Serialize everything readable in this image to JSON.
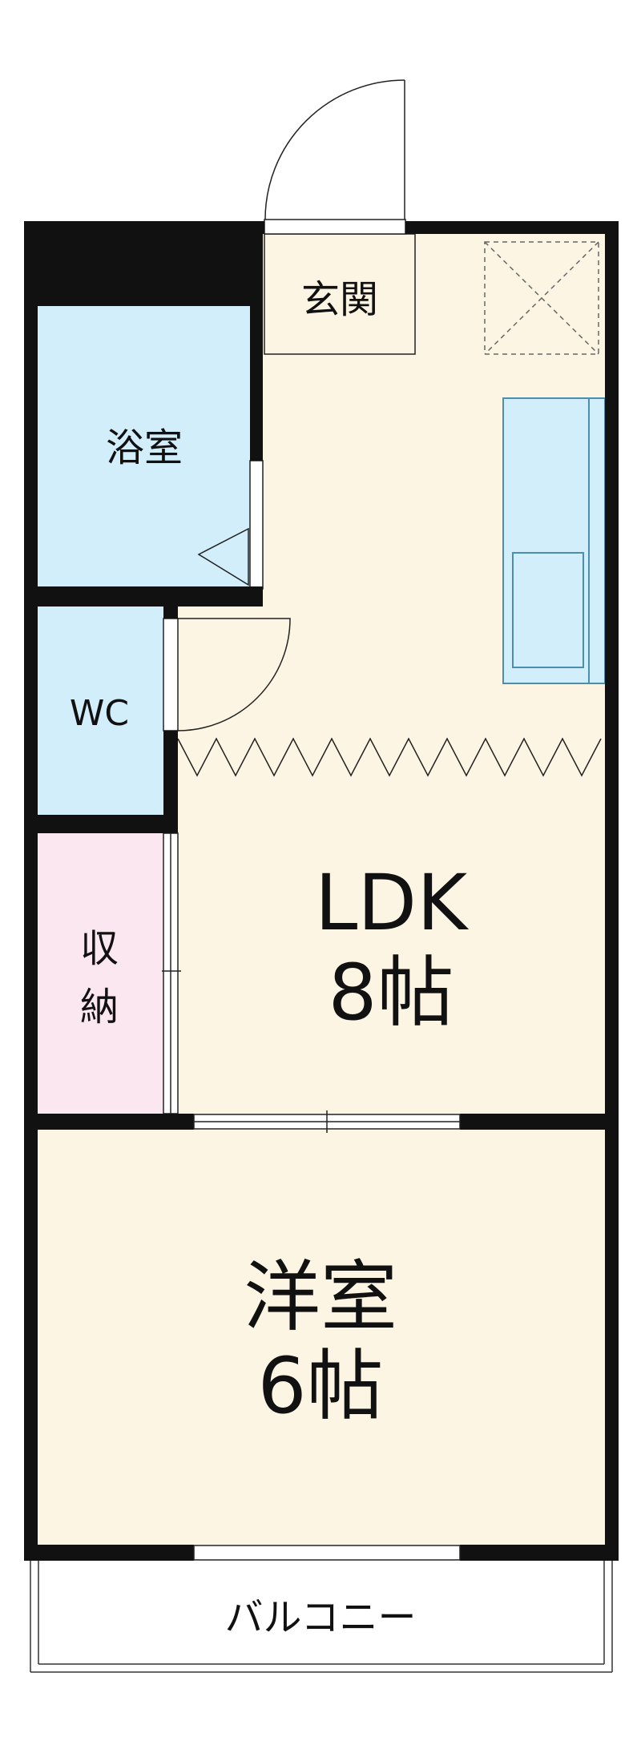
{
  "rooms": {
    "entrance": {
      "label": "玄関"
    },
    "bath": {
      "label": "浴室"
    },
    "wc": {
      "label": "WC"
    },
    "storage": {
      "label_line1": "収",
      "label_line2": "納"
    },
    "ldk": {
      "label_line1": "LDK",
      "label_line2": "8帖"
    },
    "western": {
      "label_line1": "洋室",
      "label_line2": "6帖"
    },
    "balcony": {
      "label": "バルコニー"
    }
  },
  "colors": {
    "wall": "#111111",
    "floor": "#fdf5e3",
    "wet_area": "#d3eefb",
    "storage": "#fbe7ef",
    "fixture_outline": "#4a8fb0"
  }
}
